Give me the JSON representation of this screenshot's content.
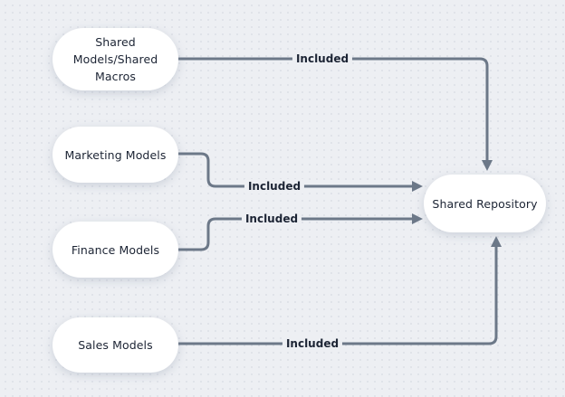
{
  "canvas": {
    "background_color": "#edeff3",
    "dot_grid_color": "#dcdfe6"
  },
  "colors": {
    "connector": "#6c7888",
    "node_fill": "#ffffff",
    "text": "#1c2434"
  },
  "nodes": [
    {
      "id": "shared-models-shared-macros",
      "label": "Shared Models/Shared Macros",
      "lines": [
        "Shared",
        "Models/Shared",
        "Macros"
      ]
    },
    {
      "id": "marketing-models",
      "label": "Marketing Models"
    },
    {
      "id": "finance-models",
      "label": "Finance Models"
    },
    {
      "id": "sales-models",
      "label": "Sales Models"
    },
    {
      "id": "shared-repository",
      "label": "Shared Repository"
    }
  ],
  "edges": [
    {
      "from": "shared-models-shared-macros",
      "to": "shared-repository",
      "label": "Included"
    },
    {
      "from": "marketing-models",
      "to": "shared-repository",
      "label": "Included"
    },
    {
      "from": "finance-models",
      "to": "shared-repository",
      "label": "Included"
    },
    {
      "from": "sales-models",
      "to": "shared-repository",
      "label": "Included"
    }
  ]
}
